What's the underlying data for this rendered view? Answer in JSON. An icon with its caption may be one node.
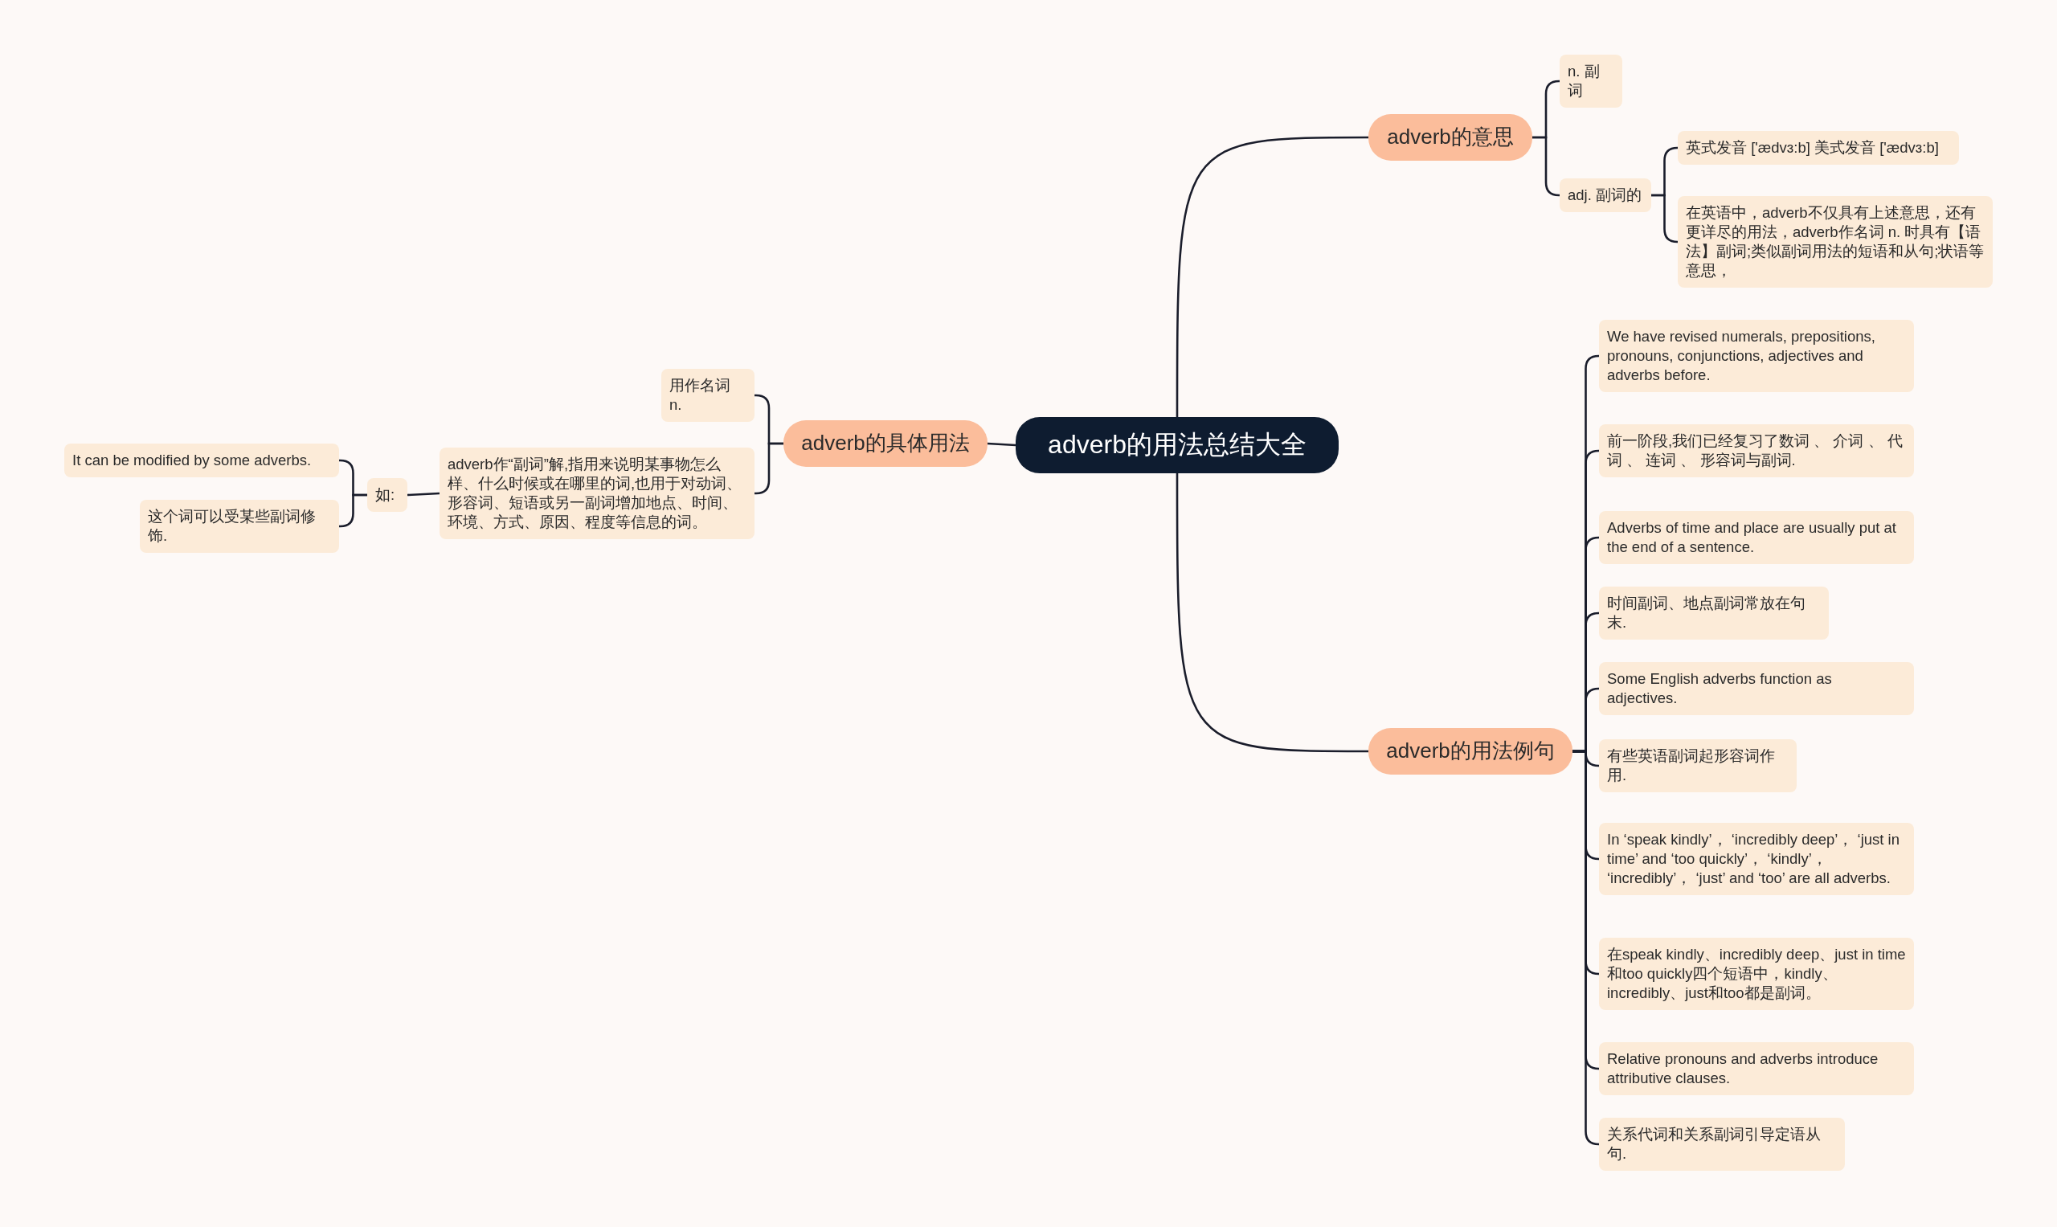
{
  "diagram": {
    "nodes": [
      {
        "text": [
          "adverb的用法总结大全"
        ]
      },
      {
        "text": [
          "adverb的意思"
        ]
      },
      {
        "text": [
          "n. 副词"
        ]
      },
      {
        "text": [
          "adj. 副词的"
        ]
      },
      {
        "text": [
          "英式发音 ['ædvɜ:b] 美式发音 ['ædvɜ:b]"
        ]
      },
      {
        "text": [
          "在英语中，adverb不仅具有上述意思，还有更详尽的用法，adverb作名词 n. 时具有【语法】副词;类似副词用法的短语和从句;状语等意思，"
        ]
      },
      {
        "text": [
          "adverb的用法例句"
        ]
      },
      {
        "text": [
          "We have revised numerals, prepositions, pronouns, conjunctions, adjectives and adverbs before."
        ]
      },
      {
        "text": [
          "前一阶段,我们已经复习了数词 、 介词 、 代词 、 连词 、 形容词与副词."
        ]
      },
      {
        "text": [
          "Adverbs of time and place are usually put at the end of a sentence."
        ]
      },
      {
        "text": [
          "时间副词、地点副词常放在句末."
        ]
      },
      {
        "text": [
          "Some English adverbs function as adjectives."
        ]
      },
      {
        "text": [
          "有些英语副词起形容词作用."
        ]
      },
      {
        "text": [
          "In ‘speak kindly’， ‘incredibly deep’， ‘just in time’ and ‘too quickly’， ‘kindly’， ‘incredibly’， ‘just’ and ‘too’ are all adverbs."
        ]
      },
      {
        "text": [
          "在speak kindly、incredibly deep、just in time和too quickly四个短语中，kindly、incredibly、just和too都是副词。"
        ]
      },
      {
        "text": [
          "Relative pronouns and adverbs introduce attributive clauses."
        ]
      },
      {
        "text": [
          "关系代词和关系副词引导定语从句."
        ]
      },
      {
        "text": [
          "adverb的具体用法"
        ]
      },
      {
        "text": [
          "用作名词 n."
        ]
      },
      {
        "text": [
          "adverb作“副词”解,指用来说明某事物怎么样、什么时候或在哪里的词,也用于对动词、形容词、短语或另一副词增加地点、时间、环境、方式、原因、程度等信息的词。"
        ]
      },
      {
        "text": [
          "如:"
        ]
      },
      {
        "text": [
          "It can be modified by some adverbs."
        ]
      },
      {
        "text": [
          "这个词可以受某些副词修饰."
        ]
      }
    ],
    "edges": [
      {
        "from": 0,
        "to": 1,
        "arrow": "none"
      },
      {
        "from": 1,
        "to": 2,
        "arrow": "none"
      },
      {
        "from": 1,
        "to": 3,
        "arrow": "none"
      },
      {
        "from": 3,
        "to": 4,
        "arrow": "none"
      },
      {
        "from": 3,
        "to": 5,
        "arrow": "none"
      },
      {
        "from": 0,
        "to": 6,
        "arrow": "none"
      },
      {
        "from": 6,
        "to": 7,
        "arrow": "none"
      },
      {
        "from": 6,
        "to": 8,
        "arrow": "none"
      },
      {
        "from": 6,
        "to": 9,
        "arrow": "none"
      },
      {
        "from": 6,
        "to": 10,
        "arrow": "none"
      },
      {
        "from": 6,
        "to": 11,
        "arrow": "none"
      },
      {
        "from": 6,
        "to": 12,
        "arrow": "none"
      },
      {
        "from": 6,
        "to": 13,
        "arrow": "none"
      },
      {
        "from": 6,
        "to": 14,
        "arrow": "none"
      },
      {
        "from": 6,
        "to": 15,
        "arrow": "none"
      },
      {
        "from": 6,
        "to": 16,
        "arrow": "none"
      },
      {
        "from": 0,
        "to": 17,
        "arrow": "none"
      },
      {
        "from": 17,
        "to": 18,
        "arrow": "none"
      },
      {
        "from": 17,
        "to": 19,
        "arrow": "none"
      },
      {
        "from": 19,
        "to": 20,
        "arrow": "none"
      },
      {
        "from": 20,
        "to": 21,
        "arrow": "none"
      },
      {
        "from": 20,
        "to": 22,
        "arrow": "none"
      }
    ]
  }
}
